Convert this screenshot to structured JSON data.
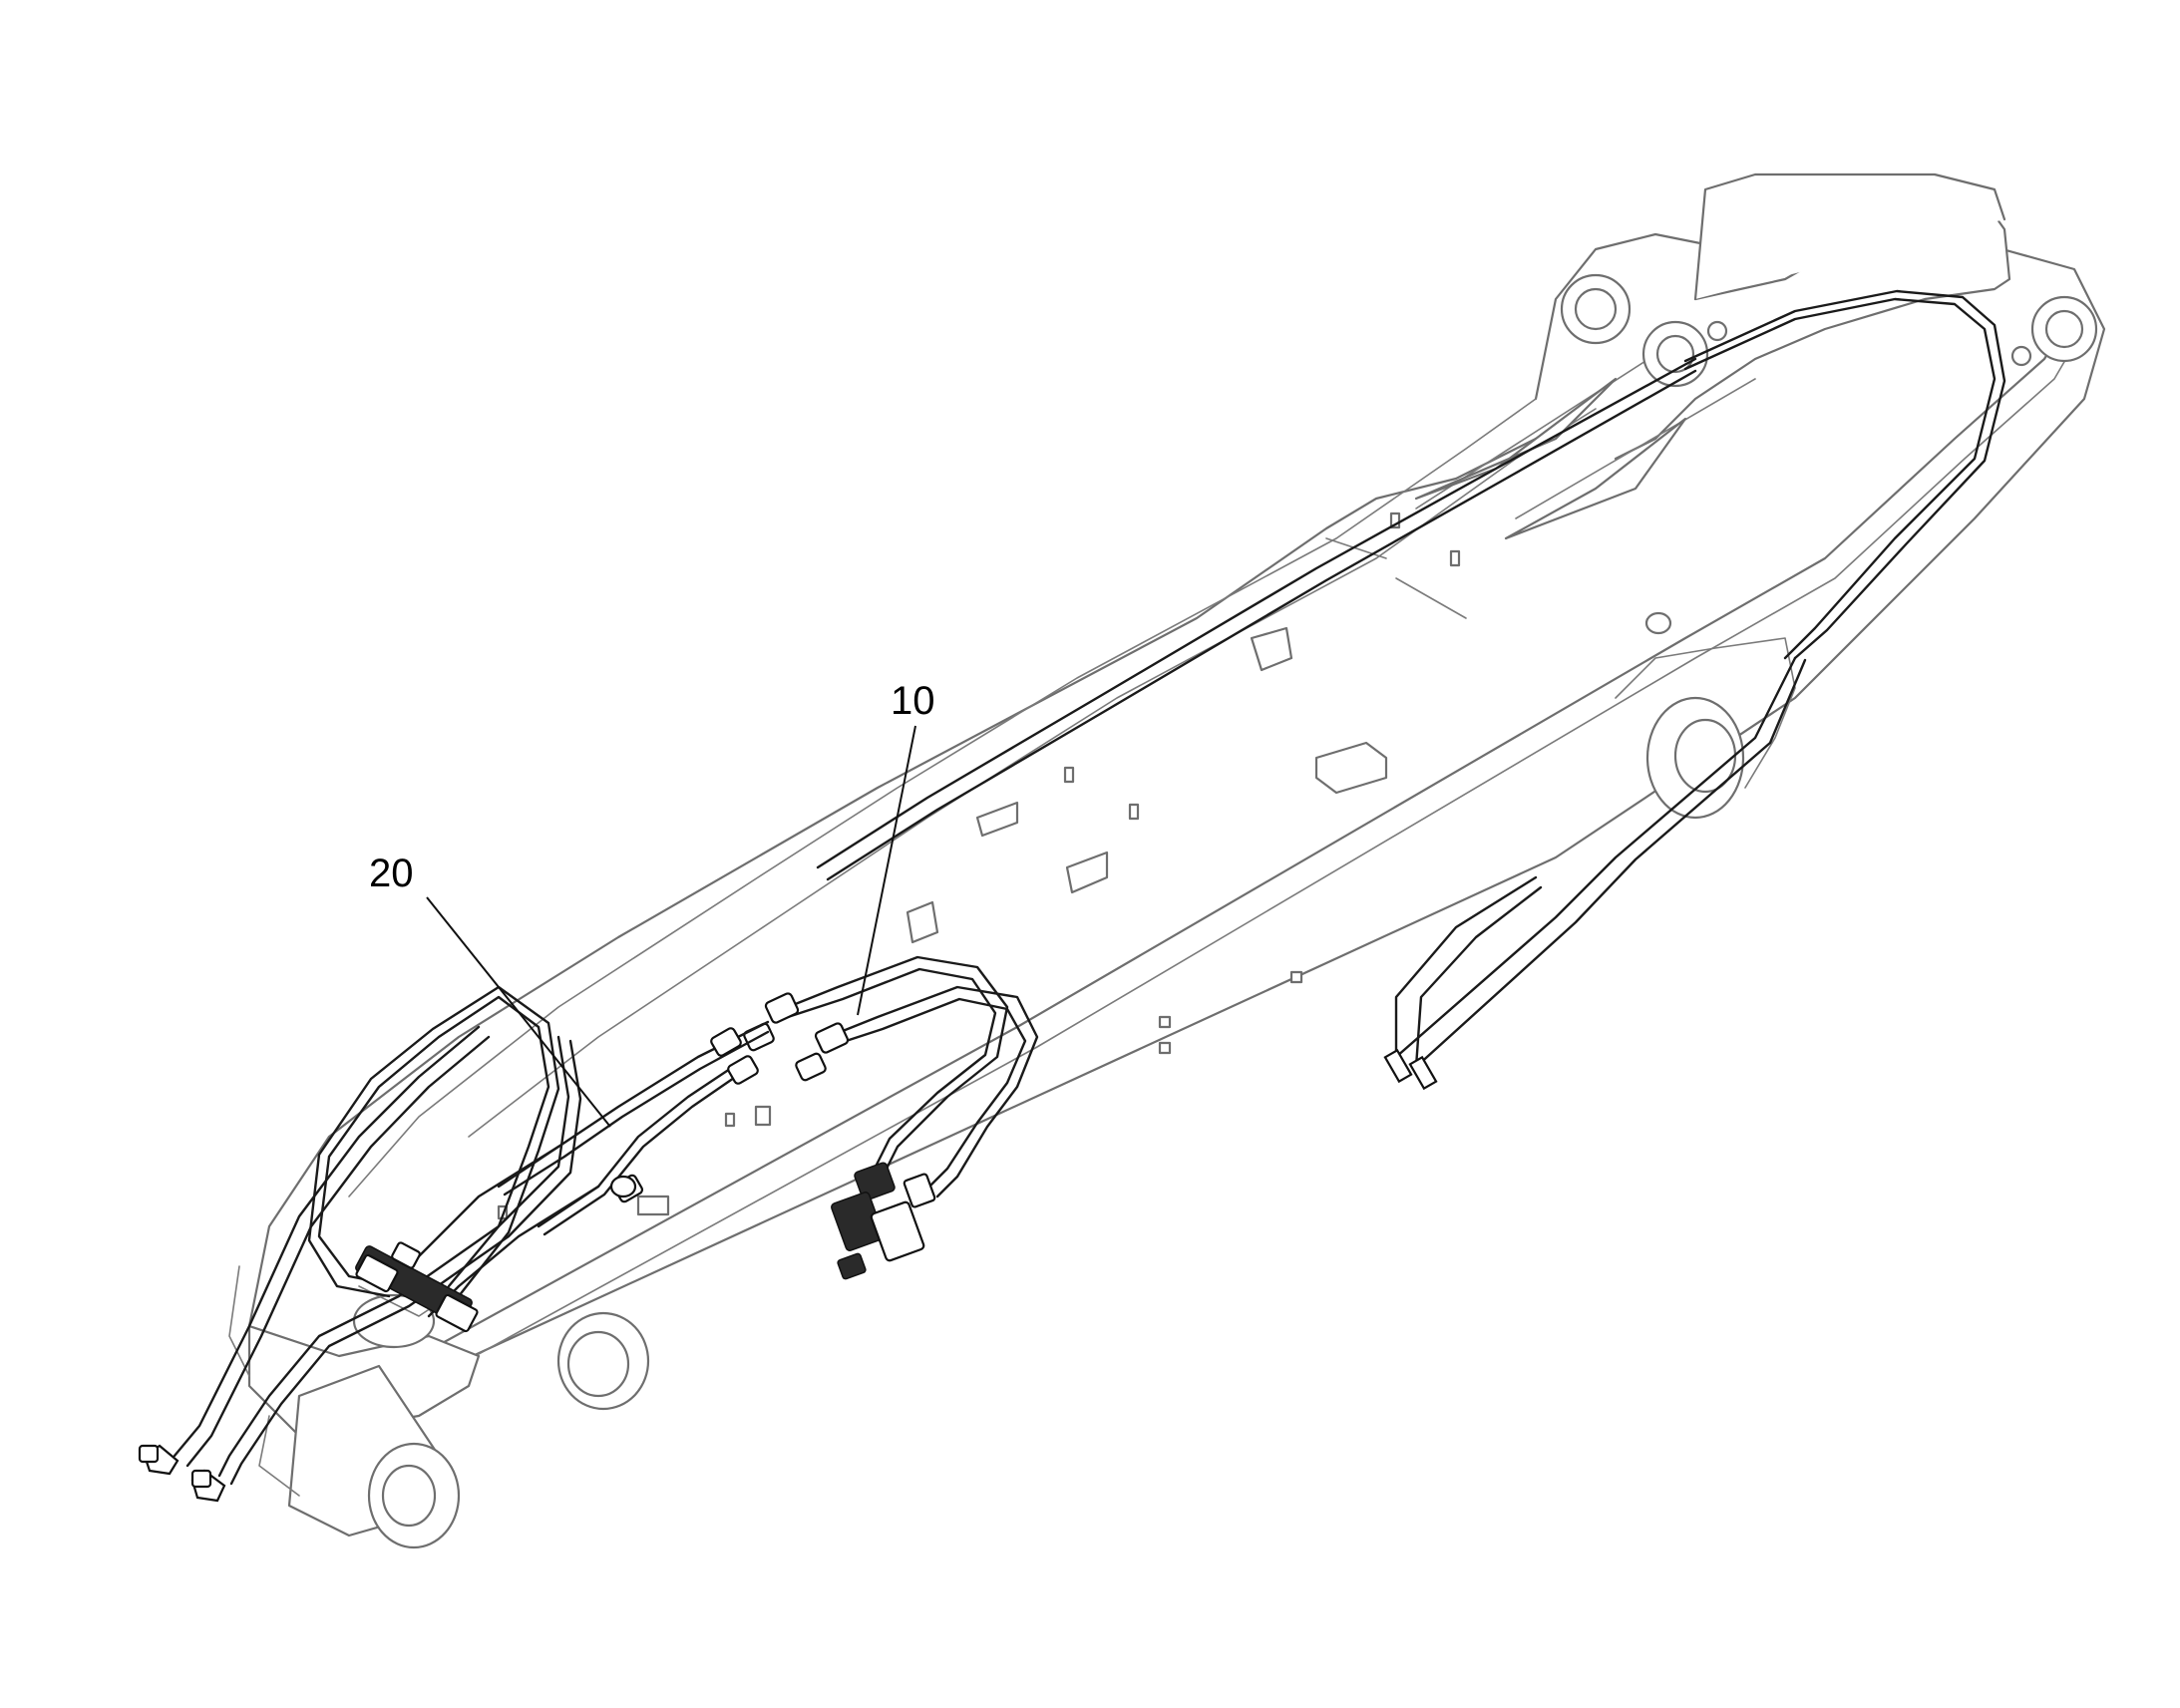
{
  "callouts": [
    {
      "id": "10",
      "label": "10"
    },
    {
      "id": "20",
      "label": "20"
    }
  ],
  "colors": {
    "background": "#ffffff",
    "structure_line": "#6e6e6e",
    "hose_line": "#1a1a1a",
    "text": "#000000"
  }
}
